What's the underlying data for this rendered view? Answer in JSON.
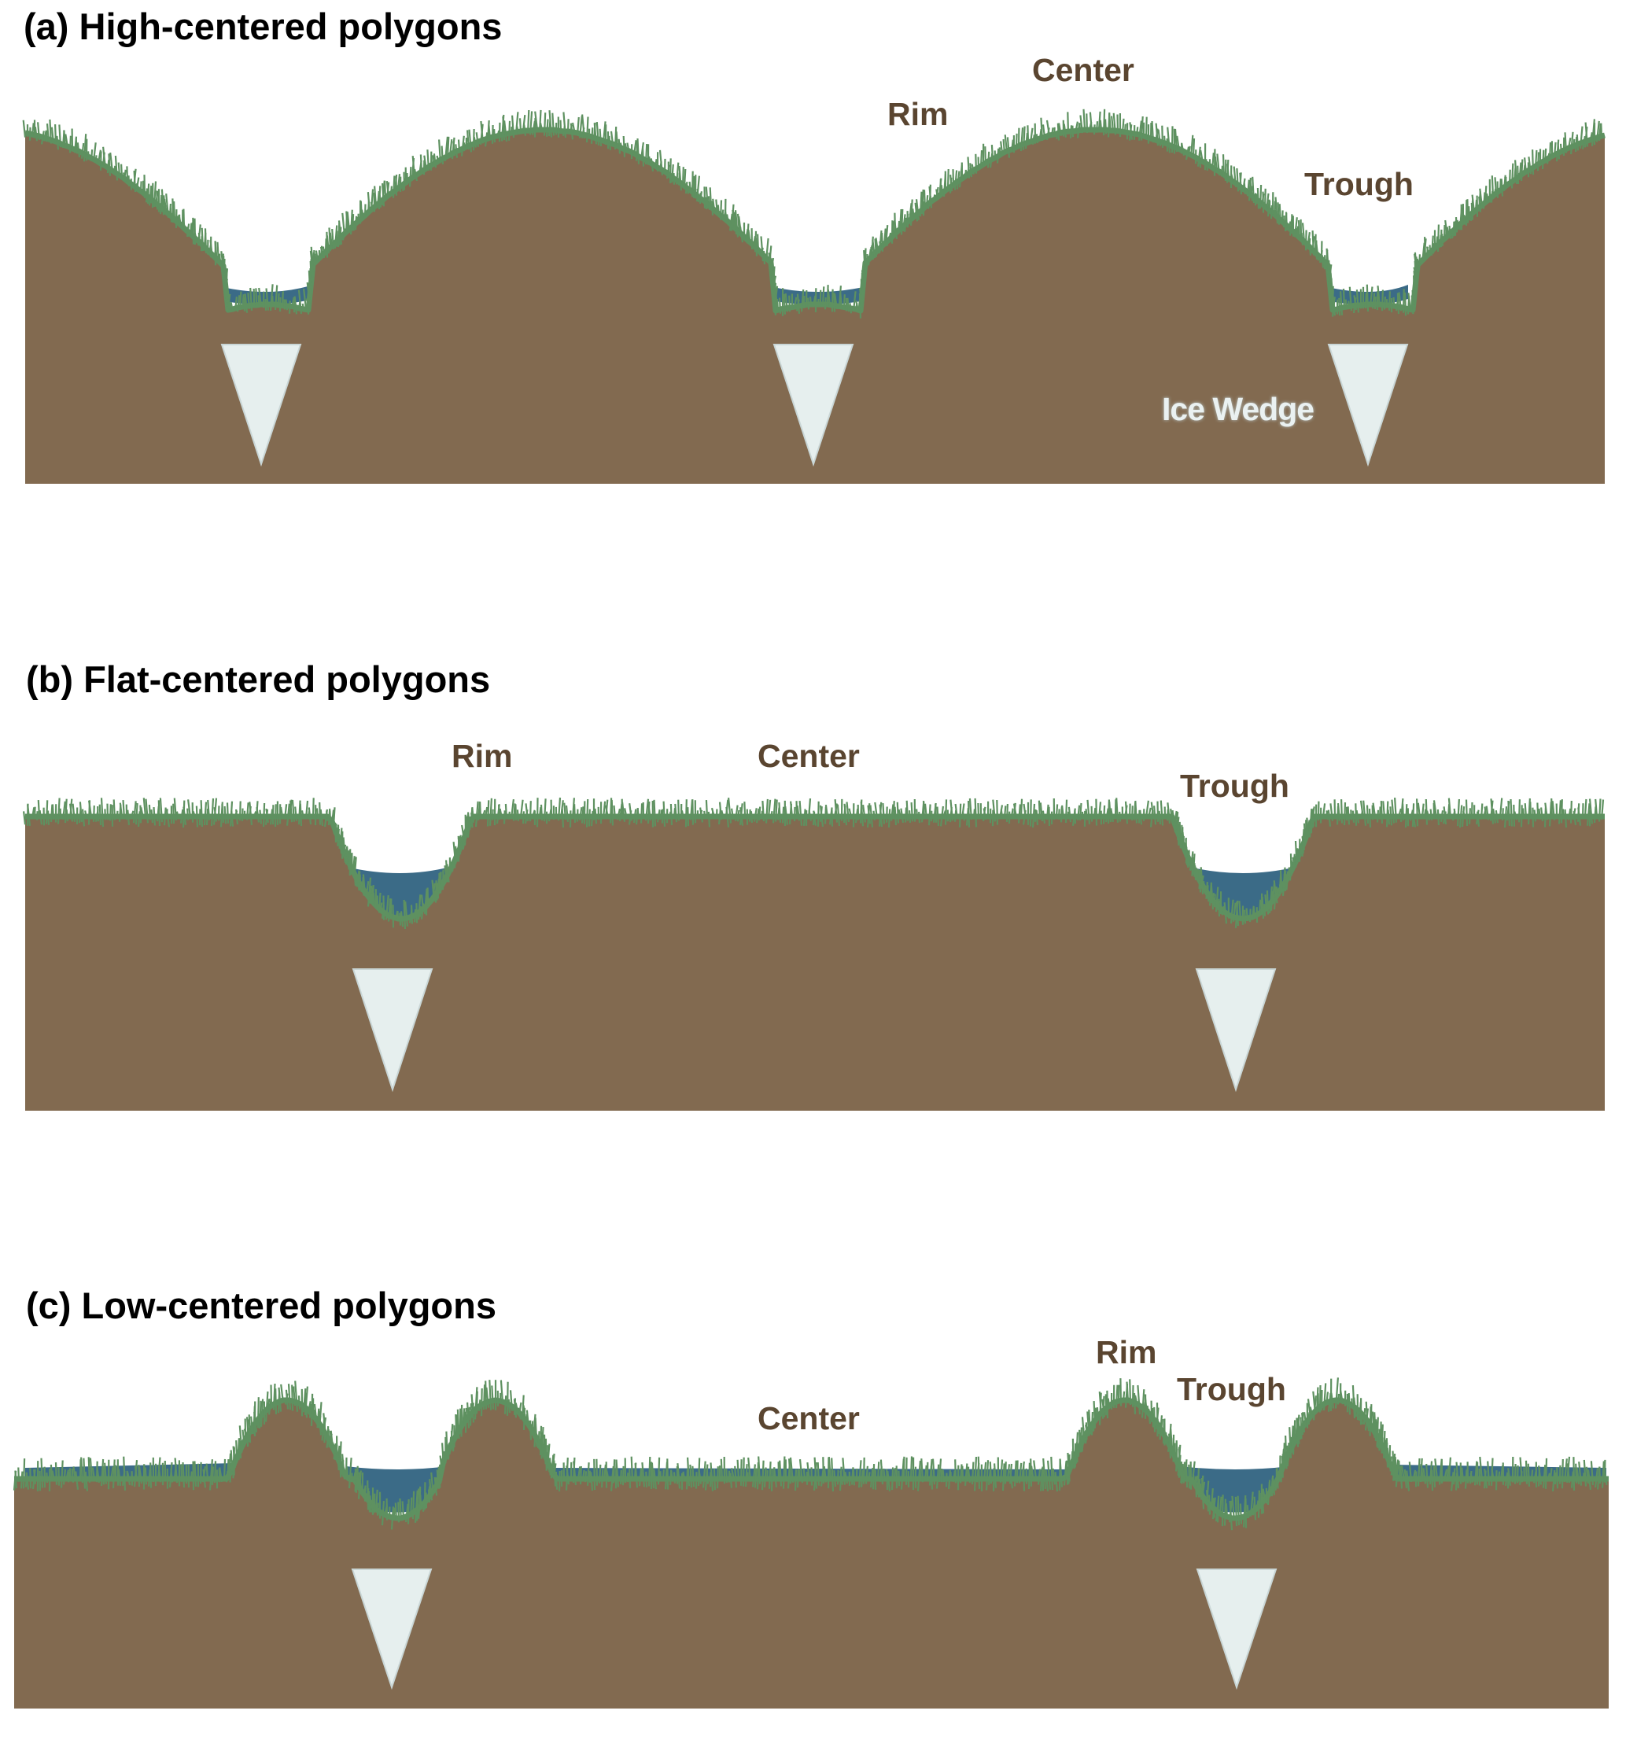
{
  "panels": {
    "a": {
      "title": "(a) High-centered polygons",
      "labels": {
        "rim": "Rim",
        "center": "Center",
        "trough": "Trough",
        "ice_wedge": "Ice Wedge"
      }
    },
    "b": {
      "title": "(b) Flat-centered polygons",
      "labels": {
        "rim": "Rim",
        "center": "Center",
        "trough": "Trough"
      }
    },
    "c": {
      "title": "(c) Low-centered polygons",
      "labels": {
        "rim": "Rim",
        "center": "Center",
        "trough": "Trough"
      }
    }
  },
  "colors": {
    "soil": "#826a50",
    "grass": "#5e9160",
    "water": "#3b6b87",
    "ice": "#e6efee",
    "label_text": "#5a4530",
    "title_text": "#000000"
  }
}
